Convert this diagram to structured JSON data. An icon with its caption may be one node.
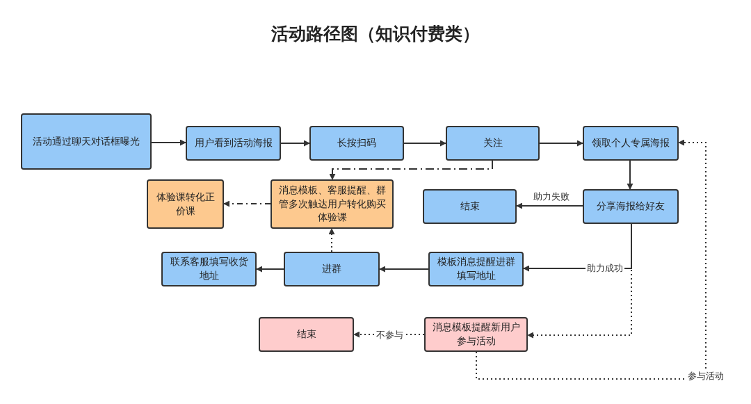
{
  "diagram": {
    "title": "活动路径图（知识付费类）",
    "nodes": [
      {
        "text": [
          "活动通过聊天对话框曝光"
        ]
      },
      {
        "text": [
          "用户看到活动海报"
        ]
      },
      {
        "text": [
          "长按扫码"
        ]
      },
      {
        "text": [
          "关注"
        ]
      },
      {
        "text": [
          "领取个人专属海报"
        ]
      },
      {
        "text": [
          "体验课转化正价课"
        ]
      },
      {
        "text": [
          "消息模板、客服提醒、群管多次触达用户转化购买体验课"
        ]
      },
      {
        "text": [
          "结束"
        ]
      },
      {
        "text": [
          "分享海报给好友"
        ]
      },
      {
        "text": [
          "联系客服填写收货地址"
        ]
      },
      {
        "text": [
          "进群"
        ]
      },
      {
        "text": [
          "模板消息提醒进群填写地址"
        ]
      },
      {
        "text": [
          "结束"
        ]
      },
      {
        "text": [
          "消息模板提醒新用户参与活动"
        ]
      }
    ],
    "edges": [
      {
        "from": 0,
        "to": 1,
        "arrow": "to"
      },
      {
        "from": 1,
        "to": 2,
        "arrow": "to"
      },
      {
        "from": 2,
        "to": 3,
        "arrow": "to"
      },
      {
        "from": 3,
        "to": 4,
        "arrow": "to"
      },
      {
        "from": 4,
        "to": 8,
        "arrow": "to"
      },
      {
        "from": 3,
        "to": 6,
        "arrow": "to",
        "style": "dashed"
      },
      {
        "from": 6,
        "to": 5,
        "arrow": "to",
        "style": "dashed"
      },
      {
        "from": 8,
        "to": 7,
        "arrow": "to",
        "label": "助力失败"
      },
      {
        "from": 8,
        "to": 11,
        "arrow": "to",
        "label": "助力成功"
      },
      {
        "from": 11,
        "to": 10,
        "arrow": "to"
      },
      {
        "from": 10,
        "to": 9,
        "arrow": "to"
      },
      {
        "from": 10,
        "to": 6,
        "arrow": "to",
        "style": "dashed"
      },
      {
        "from": 8,
        "to": 13,
        "arrow": "to",
        "style": "dashed"
      },
      {
        "from": 13,
        "to": 12,
        "arrow": "to",
        "style": "dashed",
        "label": "不参与"
      },
      {
        "from": 13,
        "to": 4,
        "arrow": "to",
        "style": "dashed",
        "label": "参与活动"
      }
    ]
  }
}
